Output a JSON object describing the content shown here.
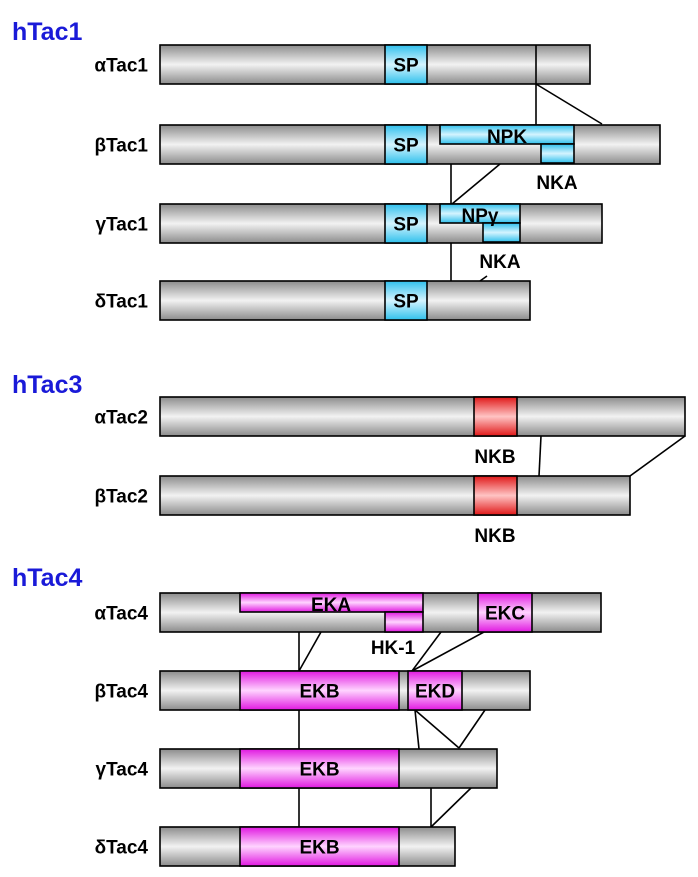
{
  "groups": [
    {
      "title": "hTac1",
      "isoforms": [
        {
          "label": "αTac1",
          "segments": [
            "SP"
          ]
        },
        {
          "label": "βTac1",
          "segments": [
            "SP",
            "NPK",
            "NKA"
          ]
        },
        {
          "label": "γTac1",
          "segments": [
            "SP",
            "NPγ",
            "NKA"
          ]
        },
        {
          "label": "δTac1",
          "segments": [
            "SP"
          ]
        }
      ]
    },
    {
      "title": "hTac3",
      "isoforms": [
        {
          "label": "αTac2",
          "segments": [
            "NKB"
          ]
        },
        {
          "label": "βTac2",
          "segments": [
            "NKB"
          ]
        }
      ]
    },
    {
      "title": "hTac4",
      "isoforms": [
        {
          "label": "αTac4",
          "segments": [
            "EKA",
            "HK-1",
            "EKC"
          ]
        },
        {
          "label": "βTac4",
          "segments": [
            "EKB",
            "EKD"
          ]
        },
        {
          "label": "γTac4",
          "segments": [
            "EKB"
          ]
        },
        {
          "label": "δTac4",
          "segments": [
            "EKB"
          ]
        }
      ]
    }
  ],
  "colors": {
    "sp": "#3cc8f0",
    "nkb": "#e82020",
    "ek": "#e820e8",
    "title": "#1a1ad8"
  }
}
